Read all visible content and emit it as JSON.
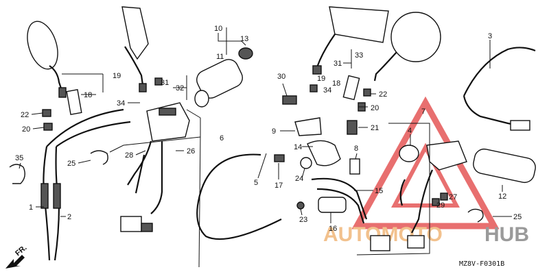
{
  "diagram": {
    "code": "MZ8V-F0301B",
    "direction_label": "FR.",
    "watermark": {
      "word1": "AUTOMOTO",
      "word2": "HUB",
      "color1": "#f2c18d",
      "color2": "#9a9a9a",
      "triangle_color": "#e24b4b"
    },
    "callouts": [
      {
        "id": "c1",
        "text": "1"
      },
      {
        "id": "c2",
        "text": "2"
      },
      {
        "id": "c3",
        "text": "3"
      },
      {
        "id": "c4",
        "text": "4"
      },
      {
        "id": "c5",
        "text": "5"
      },
      {
        "id": "c6",
        "text": "6"
      },
      {
        "id": "c7",
        "text": "7"
      },
      {
        "id": "c8",
        "text": "8"
      },
      {
        "id": "c9",
        "text": "9"
      },
      {
        "id": "c10",
        "text": "10"
      },
      {
        "id": "c11",
        "text": "11"
      },
      {
        "id": "c12",
        "text": "12"
      },
      {
        "id": "c13",
        "text": "13"
      },
      {
        "id": "c14",
        "text": "14"
      },
      {
        "id": "c15",
        "text": "15"
      },
      {
        "id": "c16",
        "text": "16"
      },
      {
        "id": "c17",
        "text": "17"
      },
      {
        "id": "c18a",
        "text": "18"
      },
      {
        "id": "c18b",
        "text": "18"
      },
      {
        "id": "c19a",
        "text": "19"
      },
      {
        "id": "c19b",
        "text": "19"
      },
      {
        "id": "c20a",
        "text": "20"
      },
      {
        "id": "c20b",
        "text": "20"
      },
      {
        "id": "c21",
        "text": "21"
      },
      {
        "id": "c22a",
        "text": "22"
      },
      {
        "id": "c22b",
        "text": "22"
      },
      {
        "id": "c23",
        "text": "23"
      },
      {
        "id": "c24",
        "text": "24"
      },
      {
        "id": "c25a",
        "text": "25"
      },
      {
        "id": "c25b",
        "text": "25"
      },
      {
        "id": "c26",
        "text": "26"
      },
      {
        "id": "c27",
        "text": "27"
      },
      {
        "id": "c28",
        "text": "28"
      },
      {
        "id": "c29",
        "text": "29"
      },
      {
        "id": "c30",
        "text": "30"
      },
      {
        "id": "c31a",
        "text": "31"
      },
      {
        "id": "c31b",
        "text": "31"
      },
      {
        "id": "c32",
        "text": "32"
      },
      {
        "id": "c33",
        "text": "33"
      },
      {
        "id": "c34a",
        "text": "34"
      },
      {
        "id": "c34b",
        "text": "34"
      },
      {
        "id": "c35",
        "text": "35"
      }
    ]
  }
}
